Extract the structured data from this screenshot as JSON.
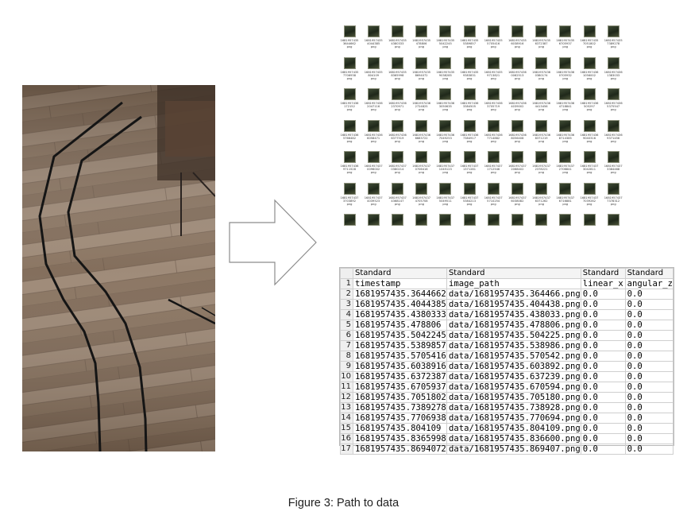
{
  "caption": "Figure 3: Path to data",
  "thumbnail_grid": {
    "file_ext": "png",
    "captions": [
      [
        "1681957435.3644662",
        "1681957435.4044385",
        "1681957435.4380333",
        "1681957435.478806",
        "1681957435.5042245",
        "1681957435.5389857",
        "1681957435.5705416",
        "1681957435.6038916",
        "1681957435.6372387",
        "1681957435.6705937",
        "1681957435.7051802",
        "1681957435.7389278"
      ],
      [
        "1681957435.7706938",
        "1681957435.804109",
        "1681957435.8365998",
        "1681957435.8694072",
        "1681957435.9038285",
        "1681957435.9383831",
        "1681957435.9713821",
        "1681957436.0062513",
        "1681957436.0380174",
        "1681957436.0705932",
        "1681957436.1056002",
        "1681957436.1383033"
      ],
      [
        "1681957436.172152",
        "1681957436.2047116",
        "1681957436.2370971",
        "1681957436.2724825",
        "1681957436.3050635",
        "1681957436.3384505",
        "1681957436.3705719",
        "1681957436.4039002",
        "1681957436.4413456",
        "1681957436.4718841",
        "1681957436.505297",
        "1681957436.5375547"
      ],
      [
        "1681957436.5766482",
        "1681957436.6058471",
        "1681957436.6377519",
        "1681957436.6683722",
        "1681957436.7049253",
        "1681957436.7384917",
        "1681957436.7714882",
        "1681957436.8056408",
        "1681957436.8371219",
        "1681957436.8714385",
        "1681957436.9040316",
        "1681957436.9371456"
      ],
      [
        "1681957436.9711528",
        "1681957437.0096002",
        "1681957437.0380214",
        "1681957437.0706416",
        "1681957437.1045123",
        "1681957437.1371281",
        "1681957437.1712546",
        "1681957437.2068402",
        "1681957437.2378221",
        "1681957437.2706841",
        "1681957437.3042811",
        "1681957437.3384468"
      ],
      [
        "1681957437.3703892",
        "1681957437.4039523",
        "1681957437.4368147",
        "1681957437.4705708",
        "1681957437.5049511",
        "1681957437.5384213",
        "1681957437.5710254",
        "1681957437.6038082",
        "1681957437.6371262",
        "1681957437.6716881",
        "1681957437.7039262",
        "1681957437.7378312"
      ],
      [
        "",
        "",
        "",
        "",
        "",
        "",
        "",
        "",
        "",
        "",
        "",
        ""
      ]
    ]
  },
  "spreadsheet": {
    "column_types": [
      "Standard",
      "Standard",
      "Standard",
      "Standard"
    ],
    "rows": [
      {
        "n": "1",
        "cells": [
          "timestamp",
          "image_path",
          "linear_x",
          "angular_z"
        ]
      },
      {
        "n": "2",
        "cells": [
          "1681957435.3644662",
          "data/1681957435.364466.png",
          "0.0",
          "0.0"
        ]
      },
      {
        "n": "3",
        "cells": [
          "1681957435.4044385",
          "data/1681957435.404438.png",
          "0.0",
          "0.0"
        ]
      },
      {
        "n": "4",
        "cells": [
          "1681957435.4380333",
          "data/1681957435.438033.png",
          "0.0",
          "0.0"
        ]
      },
      {
        "n": "5",
        "cells": [
          "1681957435.478806",
          "data/1681957435.478806.png",
          "0.0",
          "0.0"
        ]
      },
      {
        "n": "6",
        "cells": [
          "1681957435.5042245",
          "data/1681957435.504225.png",
          "0.0",
          "0.0"
        ]
      },
      {
        "n": "7",
        "cells": [
          "1681957435.5389857",
          "data/1681957435.538986.png",
          "0.0",
          "0.0"
        ]
      },
      {
        "n": "8",
        "cells": [
          "1681957435.5705416",
          "data/1681957435.570542.png",
          "0.0",
          "0.0"
        ]
      },
      {
        "n": "9",
        "cells": [
          "1681957435.6038916",
          "data/1681957435.603892.png",
          "0.0",
          "0.0"
        ]
      },
      {
        "n": "10",
        "cells": [
          "1681957435.6372387",
          "data/1681957435.637239.png",
          "0.0",
          "0.0"
        ]
      },
      {
        "n": "11",
        "cells": [
          "1681957435.6705937",
          "data/1681957435.670594.png",
          "0.0",
          "0.0"
        ]
      },
      {
        "n": "12",
        "cells": [
          "1681957435.7051802",
          "data/1681957435.705180.png",
          "0.0",
          "0.0"
        ]
      },
      {
        "n": "13",
        "cells": [
          "1681957435.7389278",
          "data/1681957435.738928.png",
          "0.0",
          "0.0"
        ]
      },
      {
        "n": "14",
        "cells": [
          "1681957435.7706938",
          "data/1681957435.770694.png",
          "0.0",
          "0.0"
        ]
      },
      {
        "n": "15",
        "cells": [
          "1681957435.804109",
          "data/1681957435.804109.png",
          "0.0",
          "0.0"
        ]
      },
      {
        "n": "16",
        "cells": [
          "1681957435.8365998",
          "data/1681957435.836600.png",
          "0.0",
          "0.0"
        ]
      },
      {
        "n": "17",
        "cells": [
          "1681957435.8694072",
          "data/1681957435.869407.png",
          "0.0",
          "0.0"
        ]
      }
    ]
  }
}
